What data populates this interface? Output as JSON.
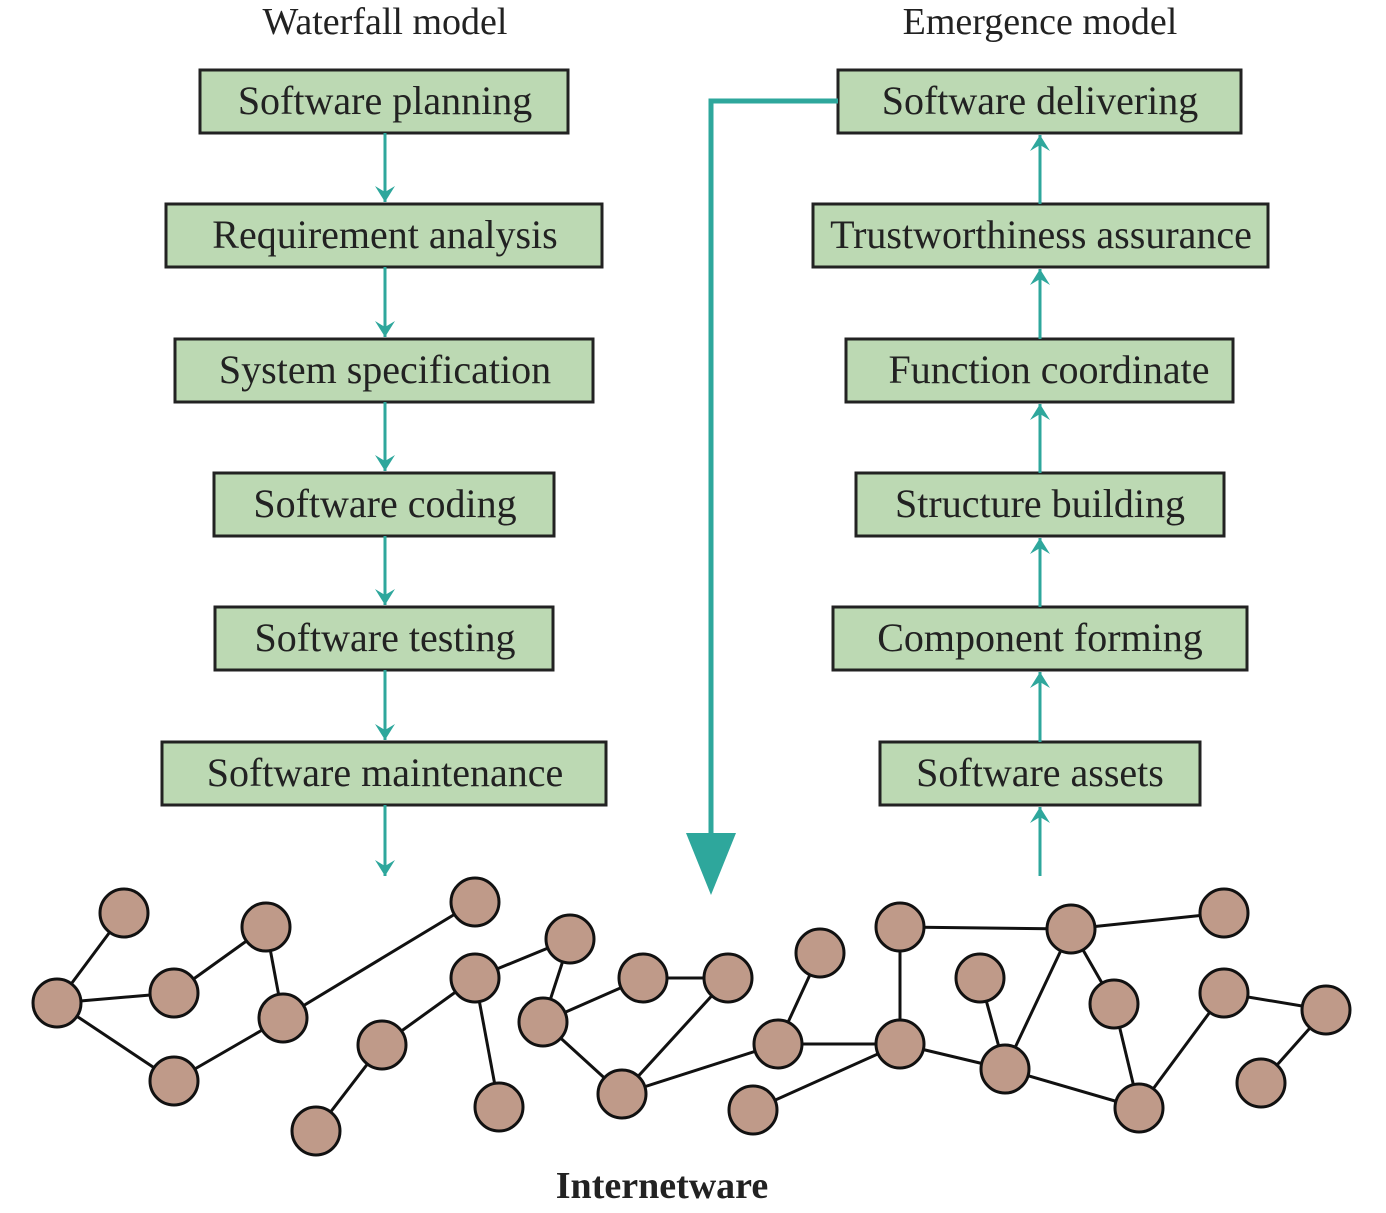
{
  "waterfall": {
    "title": "Waterfall model",
    "steps": [
      "Software planning",
      "Requirement analysis",
      "System specification",
      "Software coding",
      "Software testing",
      "Software maintenance"
    ]
  },
  "emergence": {
    "title": "Emergence model",
    "steps": [
      "Software delivering",
      "Trustworthiness assurance",
      "Function coordinate",
      "Structure building",
      "Component forming",
      "Software assets"
    ]
  },
  "network": {
    "label": "Internetware"
  },
  "colors": {
    "box_fill": "#bcd9b3",
    "arrow": "#2ea79c",
    "node_fill": "#bf9a89"
  }
}
